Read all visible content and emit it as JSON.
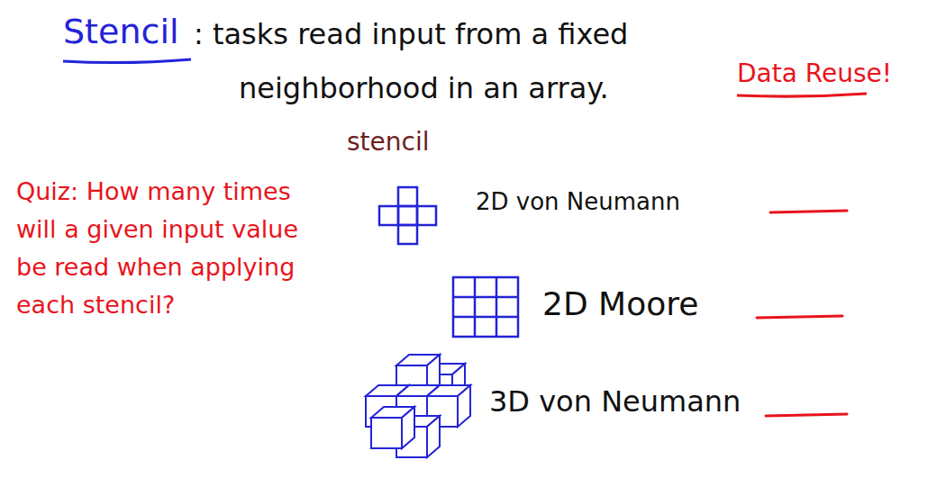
{
  "diagram": {
    "labels": [
      "Stencil",
      ": tasks read input from a fixed neighborhood in an array.",
      "Data Reuse!",
      "stencil",
      "Quiz: How many times will a given input value be read when applying each stencil?",
      "2D von Neumann",
      "2D Moore",
      "3D von Neumann"
    ]
  }
}
